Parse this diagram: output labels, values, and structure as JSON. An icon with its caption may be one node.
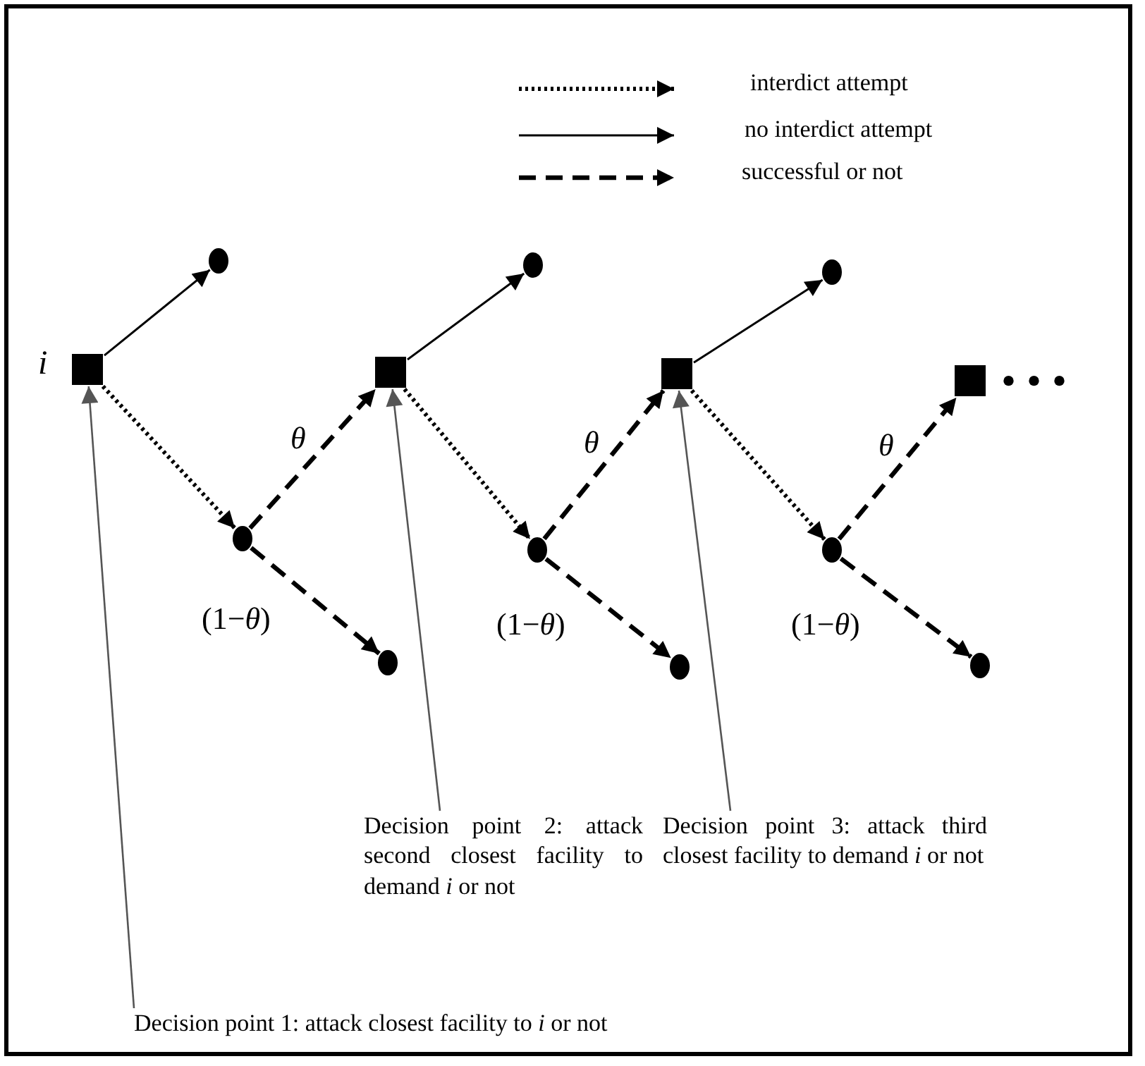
{
  "diagram": {
    "nodes": [
      {
        "text": [],
        "shape": "box",
        "beside": [
          "i"
        ]
      },
      {
        "text": [],
        "shape": "circle"
      },
      {
        "text": [],
        "shape": "circle"
      },
      {
        "text": [],
        "shape": "circle"
      },
      {
        "text": [],
        "shape": "box"
      },
      {
        "text": [],
        "shape": "circle"
      },
      {
        "text": [],
        "shape": "circle"
      },
      {
        "text": [],
        "shape": "circle"
      },
      {
        "text": [],
        "shape": "box"
      },
      {
        "text": [],
        "shape": "circle"
      },
      {
        "text": [],
        "shape": "circle"
      },
      {
        "text": [],
        "shape": "circle"
      },
      {
        "text": [],
        "shape": "box",
        "beside": [
          "• • •"
        ]
      },
      {
        "text": [
          "Decision point 2: attack second closest facility to demand *i* or not"
        ]
      },
      {
        "text": [
          "Decision point 3: attack third closest facility to demand *i* or not"
        ]
      },
      {
        "text": [
          "Decision point 1: attack closest facility to *i* or not"
        ]
      }
    ],
    "edges": [
      {
        "from": 0,
        "to": 1,
        "arrow": "to"
      },
      {
        "from": 0,
        "to": 2,
        "arrow": "to",
        "style": "dashed"
      },
      {
        "from": 2,
        "to": 4,
        "arrow": "to",
        "style": "dashed",
        "label": "θ"
      },
      {
        "from": 2,
        "to": 3,
        "arrow": "to",
        "style": "dashed",
        "label": "(1−*θ*)"
      },
      {
        "from": 4,
        "to": 5,
        "arrow": "to"
      },
      {
        "from": 4,
        "to": 6,
        "arrow": "to",
        "style": "dashed"
      },
      {
        "from": 6,
        "to": 8,
        "arrow": "to",
        "style": "dashed",
        "label": "θ"
      },
      {
        "from": 6,
        "to": 7,
        "arrow": "to",
        "style": "dashed",
        "label": "(1−*θ*)"
      },
      {
        "from": 8,
        "to": 9,
        "arrow": "to"
      },
      {
        "from": 8,
        "to": 10,
        "arrow": "to",
        "style": "dashed"
      },
      {
        "from": 10,
        "to": 12,
        "arrow": "to",
        "style": "dashed",
        "label": "θ"
      },
      {
        "from": 10,
        "to": 11,
        "arrow": "to",
        "style": "dashed",
        "label": "(1−*θ*)"
      },
      {
        "from": 15,
        "to": 0,
        "arrow": "to",
        "color": "#555555"
      },
      {
        "from": 13,
        "to": 4,
        "arrow": "to",
        "color": "#555555"
      },
      {
        "from": 14,
        "to": 8,
        "arrow": "to",
        "color": "#555555"
      }
    ],
    "legend": [
      {
        "text": "interdict attempt"
      },
      {
        "text": "no interdict attempt"
      },
      {
        "text": "successful or not"
      }
    ]
  }
}
